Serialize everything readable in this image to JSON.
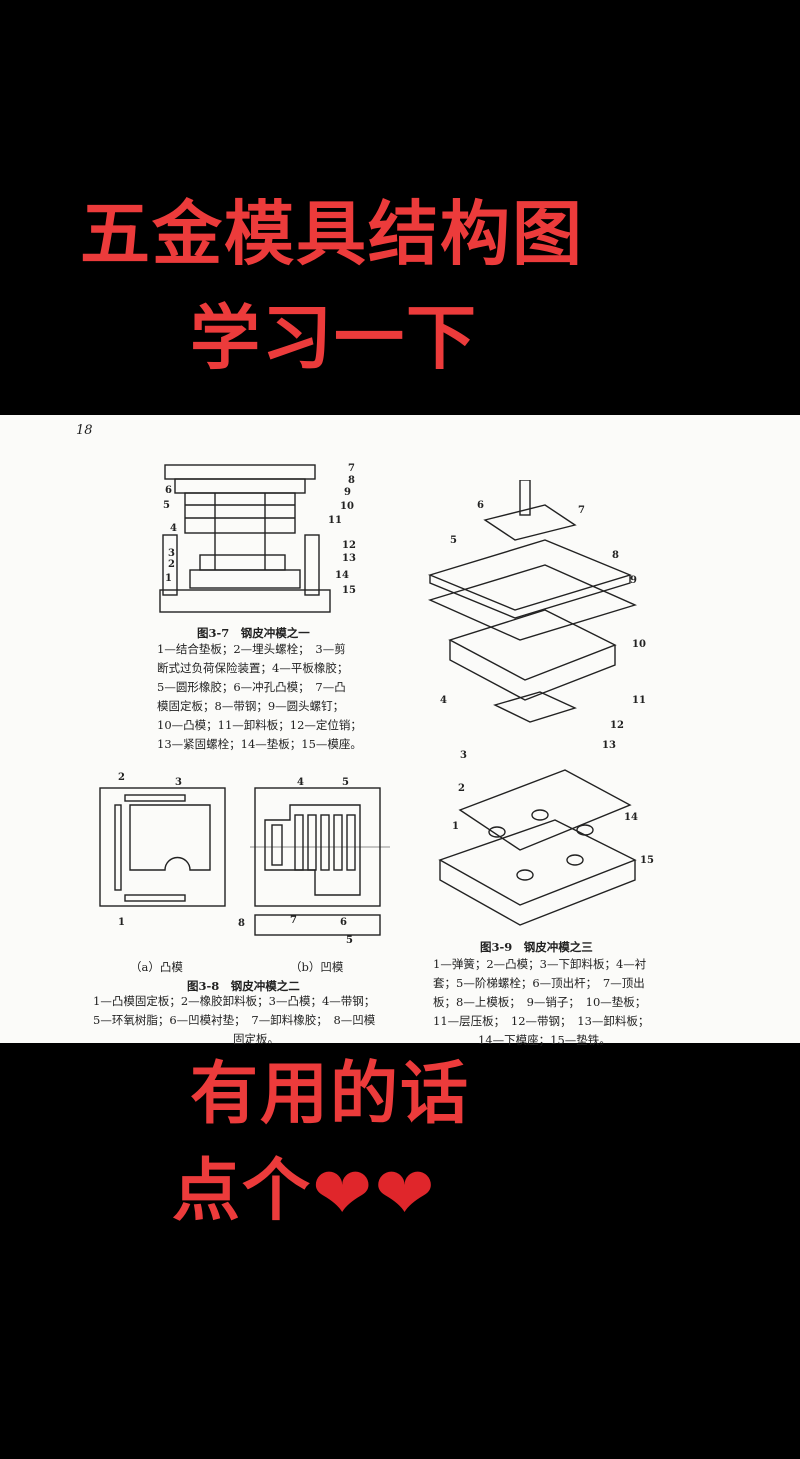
{
  "overlay": {
    "title_line1": "五金模具结构图",
    "title_line2": "学习一下",
    "cta_line1": "有用的话",
    "cta_line2": "点个",
    "hearts": [
      "❤",
      "❤"
    ],
    "text_color": "#ec3b3b"
  },
  "scan": {
    "page_number": "18",
    "fig37": {
      "caption": "图3-7　钢皮冲模之一",
      "legend_lines": [
        "1—结合垫板；2—埋头螺栓；　3—剪",
        "断式过负荷保险装置；4—平板橡胶；",
        "5—圆形橡胶；6—冲孔凸模；　7—凸",
        "模固定板；8—带钢；9—圆头螺钉；",
        "10—凸模；11—卸料板；12—定位销；",
        "13—紧固螺栓；14—垫板；15—模座。"
      ],
      "part_labels": [
        "7",
        "8",
        "9",
        "10",
        "6",
        "5",
        "11",
        "4",
        "12",
        "3",
        "13",
        "2",
        "1",
        "14",
        "15"
      ]
    },
    "fig38": {
      "sub_a": "（a）凸模",
      "sub_b": "（b）凹模",
      "caption": "图3-8　钢皮冲模之二",
      "legend_lines": [
        "1—凸模固定板；2—橡胶卸料板；3—凸模；4—带钢；",
        "5—环氧树脂；6—凹模衬垫；　7—卸料橡胶；　8—凹模",
        "固定板。"
      ],
      "part_labels": [
        "2",
        "3",
        "1",
        "4",
        "5",
        "8",
        "7",
        "6",
        "5"
      ]
    },
    "fig39": {
      "caption": "图3-9　钢皮冲模之三",
      "legend_lines": [
        "1—弹簧；2—凸模；3—下卸料板；4—衬",
        "套；5—阶梯螺栓；6—顶出杆；　7—顶出",
        "板；8—上模板；　9—销子；　10—垫板；",
        "11—层压板；　12—带钢；　13—卸料板；",
        "14—下模座；15—垫铁。"
      ],
      "part_labels": [
        "6",
        "7",
        "5",
        "8",
        "9",
        "10",
        "11",
        "4",
        "12",
        "13",
        "3",
        "2",
        "14",
        "1",
        "15"
      ]
    }
  }
}
